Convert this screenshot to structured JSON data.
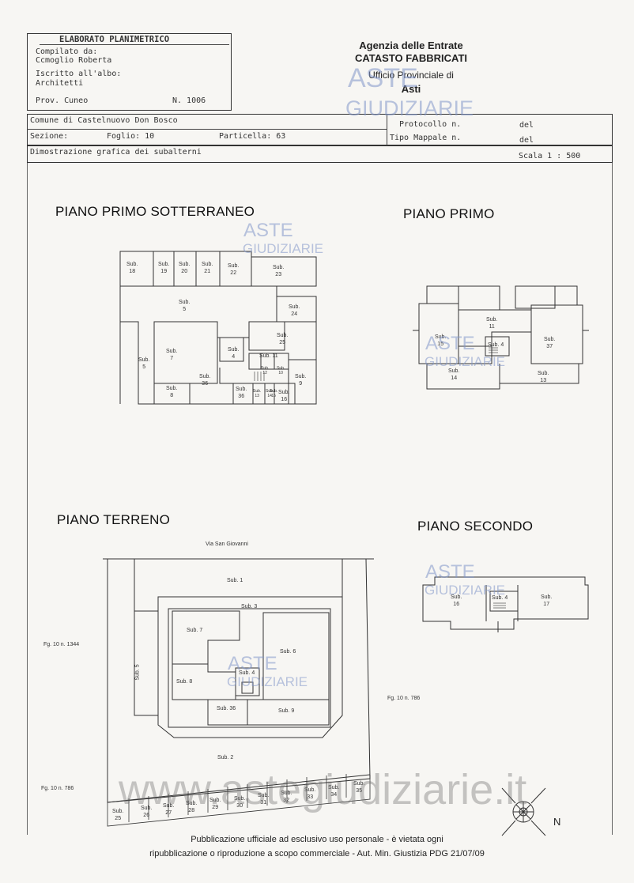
{
  "header": {
    "doc_title": "ELABORATO PLANIMETRICO",
    "compiled_by_label": "Compilato da:",
    "compiled_by": "Ccmoglio Roberta",
    "register_label": "Iscritto all'albo:",
    "register": "Architetti",
    "province": "Prov. Cuneo",
    "number": "N. 1006",
    "agency_line1": "Agenzia delle Entrate",
    "agency_line2": "CATASTO FABBRICATI",
    "agency_line3": "Ufficio Provinciale di",
    "agency_line4": "Asti",
    "comune": "Comune di Castelnuovo Don Bosco",
    "sezione": "Sezione:",
    "foglio": "Foglio: 10",
    "particella": "Particella: 63",
    "protocollo": "Protocollo n.",
    "protocollo_del": "del",
    "tipo_mappale": "Tipo Mappale n.",
    "tipo_del": "del",
    "dimostrazione": "Dimostrazione grafica dei subalterni",
    "scala": "Scala 1 : 500"
  },
  "floors": {
    "sotterraneo": {
      "title": "PIANO PRIMO SOTTERRANEO",
      "labels": [
        {
          "t": "Sub.\n18"
        },
        {
          "t": "Sub.\n19"
        },
        {
          "t": "Sub.\n20"
        },
        {
          "t": "Sub.\n21"
        },
        {
          "t": "Sub.\n22"
        },
        {
          "t": "Sub.\n23"
        },
        {
          "t": "Sub.\n5"
        },
        {
          "t": "Sub.\n24"
        },
        {
          "t": "Sub.\n25"
        },
        {
          "t": "Sub.\n7"
        },
        {
          "t": "Sub.\n4"
        },
        {
          "t": "Sub. 11"
        },
        {
          "t": "Sub.\n5"
        },
        {
          "t": "Sub.\n36"
        },
        {
          "t": "Sub.\n8"
        },
        {
          "t": "Sub.\n36"
        },
        {
          "t": "Sub.\n9"
        },
        {
          "t": "Sub.\n12"
        },
        {
          "t": "Sub.\n10"
        },
        {
          "t": "Sub.\n13"
        },
        {
          "t": "Sub.\n14"
        },
        {
          "t": "Sub.\n15"
        },
        {
          "t": "Sub.\n16"
        }
      ]
    },
    "primo": {
      "title": "PIANO PRIMO",
      "labels": [
        {
          "t": "Sub.\n11"
        },
        {
          "t": "Sub.\n15"
        },
        {
          "t": "Sub. 4"
        },
        {
          "t": "Sub.\n37"
        },
        {
          "t": "Sub.\n14"
        },
        {
          "t": "Sub.\n13"
        }
      ]
    },
    "terreno": {
      "title": "PIANO TERRENO",
      "street": "Via San Giovanni",
      "labels": [
        {
          "t": "Sub. 1"
        },
        {
          "t": "Sub. 3"
        },
        {
          "t": "Sub. 7"
        },
        {
          "t": "Sub. 6"
        },
        {
          "t": "Sub. 4"
        },
        {
          "t": "Sub. 8"
        },
        {
          "t": "Sub. 36"
        },
        {
          "t": "Sub. 9"
        },
        {
          "t": "Sub. 2"
        },
        {
          "t": "Sub. 5"
        },
        {
          "t": "Sub.\n25"
        },
        {
          "t": "Sub.\n26"
        },
        {
          "t": "Sub.\n27"
        },
        {
          "t": "Sub.\n28"
        },
        {
          "t": "Sub.\n29"
        },
        {
          "t": "Sub.\n30"
        },
        {
          "t": "Sub.\n31"
        },
        {
          "t": "Sub.\n32"
        },
        {
          "t": "Sub.\n33"
        },
        {
          "t": "Sub.\n34"
        },
        {
          "t": "Sub.\n35"
        }
      ],
      "neighbor_left_top": "Fg. 10 n. 1344",
      "neighbor_right": "Fg. 10 n. 786",
      "neighbor_left_bottom": "Fg. 10 n. 786",
      "north": "N"
    },
    "secondo": {
      "title": "PIANO SECONDO",
      "labels": [
        {
          "t": "Sub.\n16"
        },
        {
          "t": "Sub. 4"
        },
        {
          "t": "Sub.\n17"
        }
      ]
    }
  },
  "watermarks": {
    "aste": "ASTE",
    "giudiziarie": "GIUDIZIARIE",
    "site": "www.astegiudiziarie.it"
  },
  "footer": {
    "line1": "Pubblicazione ufficiale ad esclusivo uso personale - è vietata ogni",
    "line2": "ripubblicazione o riproduzione a scopo commerciale - Aut. Min. Giustizia PDG 21/07/09"
  }
}
